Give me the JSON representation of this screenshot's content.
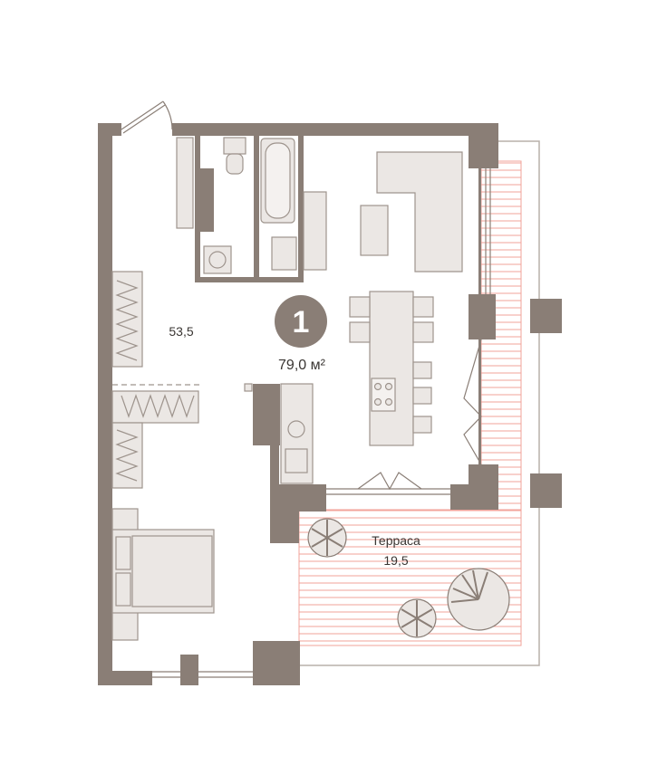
{
  "plan": {
    "rooms_count": "1",
    "total_area": "79,0 м²",
    "living_area": "53,5",
    "terrace_label": "Терраса",
    "terrace_area": "19,5"
  },
  "colors": {
    "wall": "#8a7e76",
    "furniture_fill": "#ebe7e4",
    "furniture_stroke": "#9e948d",
    "terrace_hatch": "#f2a39a",
    "text": "#3a3633",
    "badge": "#8a7e76"
  }
}
